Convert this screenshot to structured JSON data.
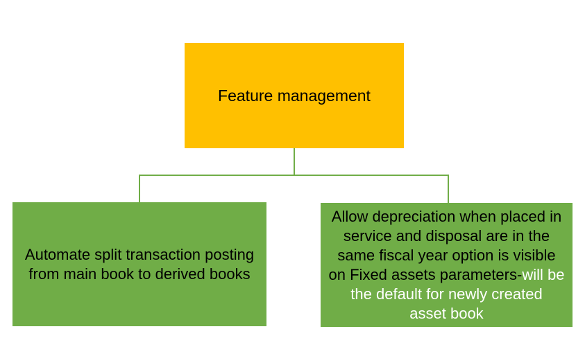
{
  "diagram": {
    "root": {
      "label": "Feature management",
      "fill": "#FFC000",
      "text_color": "#000000"
    },
    "children": {
      "left": {
        "text": "Automate split transaction posting\nfrom main book to derived books",
        "fill": "#70AD47",
        "text_color": "#000000"
      },
      "right": {
        "text_black": "Allow depreciation when placed in\nservice and disposal are in the\nsame fiscal year option is visible\non Fixed assets parameters-",
        "text_white": "will be\nthe default for newly created\nasset book",
        "fill": "#70AD47",
        "text_color_primary": "#000000",
        "text_color_secondary": "#FFFFFF"
      }
    },
    "connector_color": "#70AD47",
    "background": "#FFFFFF"
  }
}
